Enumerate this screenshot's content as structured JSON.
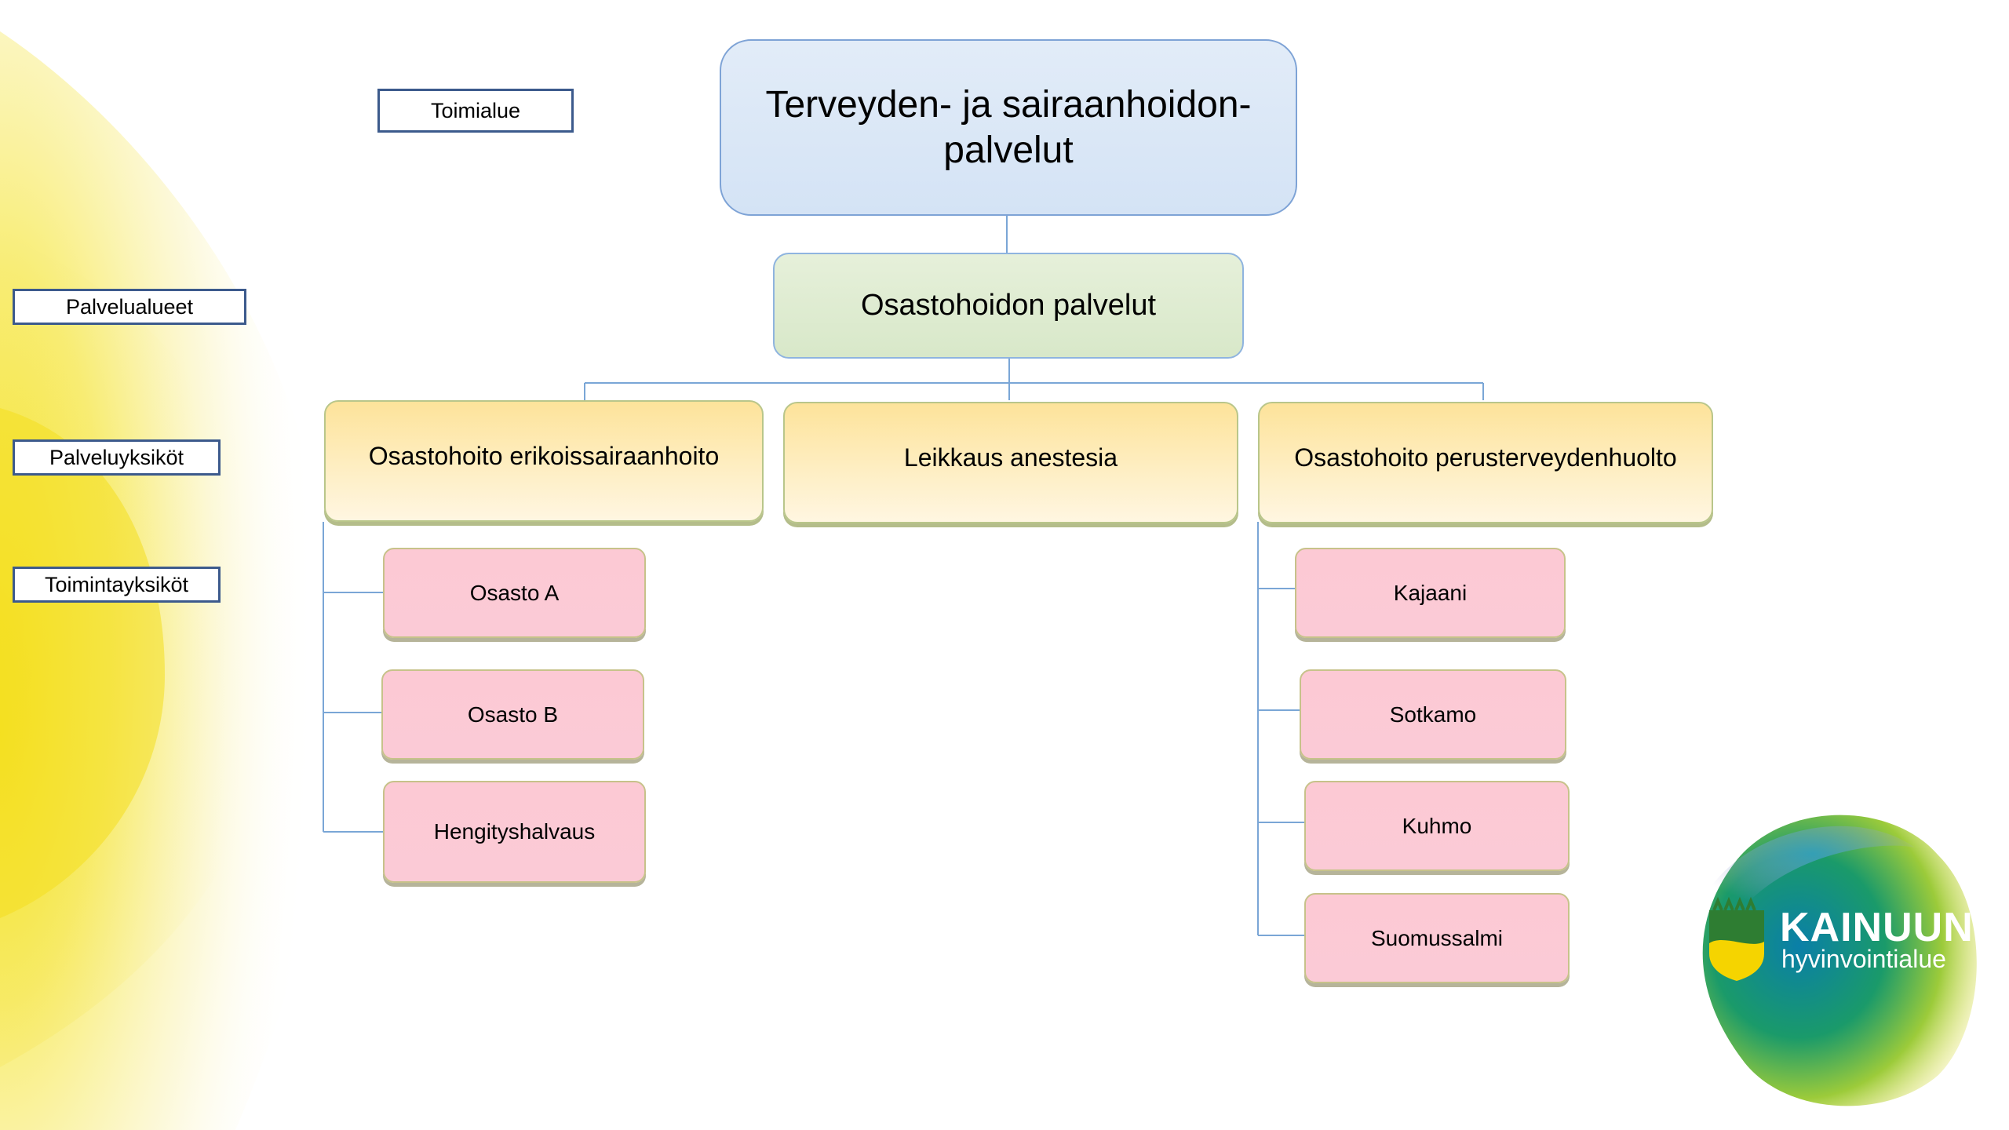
{
  "level_labels": {
    "toimialue": "Toimialue",
    "palvelualueet": "Palvelualueet",
    "palveluyksikot": "Palveluyksiköt",
    "toimintayksikot": "Toimintayksiköt"
  },
  "org": {
    "root": "Terveyden- ja sairaanhoidon-\npalvelut",
    "service_area": "Osastohoidon palvelut",
    "units": [
      {
        "name": "Osastohoito erikoissairaanhoito",
        "departments": [
          "Osasto A",
          "Osasto B",
          "Hengityshalvaus"
        ]
      },
      {
        "name": "Leikkaus anestesia",
        "departments": []
      },
      {
        "name": "Osastohoito perusterveydenhuolto",
        "departments": [
          "Kajaani",
          "Sotkamo",
          "Kuhmo",
          "Suomussalmi"
        ]
      }
    ]
  },
  "logo": {
    "title": "KAINUUN",
    "subtitle": "hyvinvointialue"
  },
  "colors": {
    "root_fill": "#dce8f6",
    "area_fill": "#dfecd2",
    "unit_fill": "#fde7a8",
    "department_fill": "#fbc9d4",
    "connector": "#7aa6d6",
    "label_border": "#3c5a8c"
  }
}
